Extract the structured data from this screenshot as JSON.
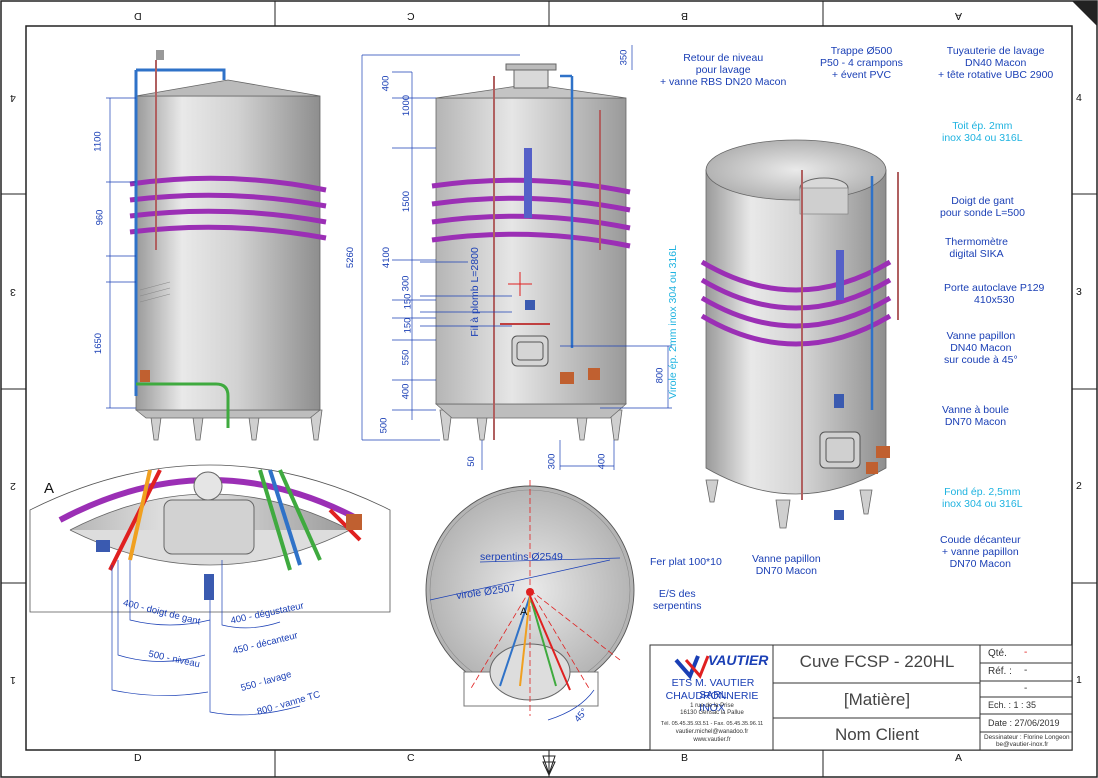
{
  "zones": {
    "top": [
      "D",
      "C",
      "B",
      "A"
    ],
    "bottom": [
      "D",
      "C",
      "B",
      "A"
    ],
    "left": [
      "4",
      "3",
      "2",
      "1"
    ],
    "right": [
      "4",
      "3",
      "2",
      "1"
    ]
  },
  "callouts": {
    "retour": "Retour de niveau\npour lavage\n+ vanne RBS DN20 Macon",
    "trappe": "Trappe Ø500\nP50 - 4 crampons\n+ évent PVC",
    "tuyauterie": "Tuyauterie de lavage\nDN40 Macon\n+ tête rotative UBC 2900",
    "toit": "Toit ép. 2mm\ninox 304 ou 316L",
    "doigt": "Doigt de gant\npour sonde L=500",
    "thermo": "Thermomètre\ndigital SIKA",
    "porte": "Porte autoclave P129\n410x530",
    "vanne_pap40": "Vanne papillon\nDN40 Macon\nsur coude à 45°",
    "vanne_boule": "Vanne à boule\nDN70 Macon",
    "fond": "Fond ép. 2,5mm\ninox 304 ou 316L",
    "coude": "Coude décanteur\n+ vanne papillon\nDN70 Macon",
    "fer": "Fer plat 100*10",
    "vanne_pap70": "Vanne papillon\nDN70 Macon",
    "es": "E/S des\nserpentins",
    "virole": "Virole ép. 2mm inox 304 ou 316L",
    "fil": "Fil à plomb L=2800",
    "serp": "serpentins Ø2549",
    "virole_d": "virole Ø2507"
  },
  "dims": {
    "d1100": "1100",
    "d960": "960",
    "d1650": "1650",
    "d400a": "400",
    "d1000": "1000",
    "d5260": "5260",
    "d1500": "1500",
    "d4100": "4100",
    "d300": "300",
    "d150a": "150",
    "d150b": "150",
    "d550": "550",
    "d400b": "400",
    "d500": "500",
    "d350": "350",
    "d800": "800",
    "d50": "50",
    "d300b": "300",
    "d400c": "400",
    "d45": "45°"
  },
  "arcs": {
    "a400": "400 - doigt de gant",
    "a400b": "400 - dégustateur",
    "a450": "450 - décanteur",
    "a500": "500 - niveau",
    "a550": "550 - lavage",
    "a800": "800 - vanne TC",
    "sectionA": "A",
    "sectionA2": "A"
  },
  "titleblock": {
    "brand": "VAUTIER",
    "company": "ETS M. VAUTIER SARL",
    "trade": "CHAUDRONNERIE INOX",
    "addr1": "1 rue de la Prise",
    "addr2": "16130 Gensac la Pallue",
    "tel": "Tél. 05.45.35.93.51 - Fax. 05.45.35.96.11",
    "mail": "vautier.michel@wanadoo.fr",
    "web": "www.vautier.fr",
    "title": "Cuve FCSP - 220HL",
    "matiere": "[Matière]",
    "client": "Nom Client",
    "qte_label": "Qté.",
    "qte_val": "-",
    "ref_label": "Réf. :",
    "ref_val": "-",
    "blank_val": "-",
    "ech": "Ech. :  1 : 35",
    "date": "Date : 27/06/2019",
    "dessinateur": "Dessinateur : Florine Longeon",
    "email2": "be@vautier-inox.fr"
  },
  "colors": {
    "coil": "#9b2fb5",
    "pipe_blue": "#2f72c8",
    "pipe_green": "#3faa3f",
    "tank": "#d8d8d8",
    "dim": "#1a3fb5",
    "callout_cyan": "#1fb3e0",
    "red_center": "#e02020"
  }
}
